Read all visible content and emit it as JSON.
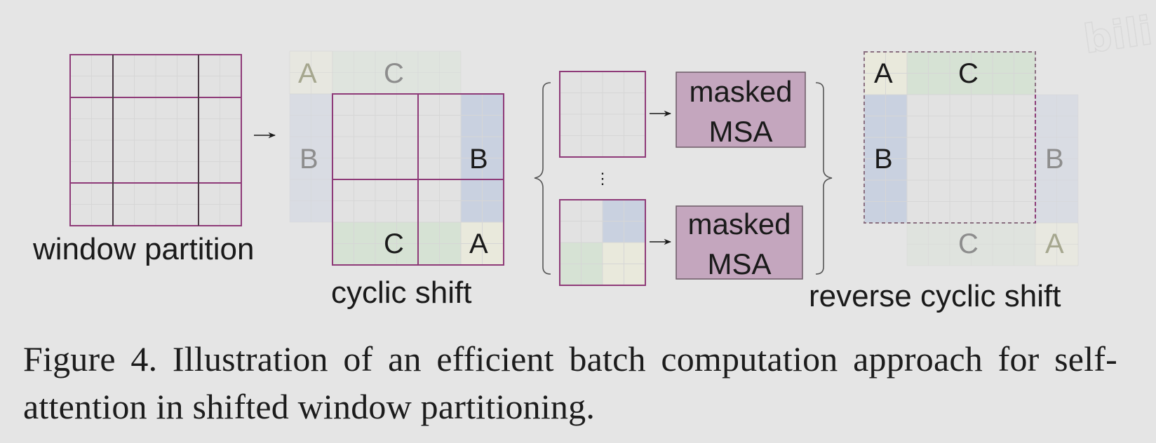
{
  "figure": {
    "panels": {
      "window_partition": {
        "label": "window partition"
      },
      "cyclic_shift": {
        "label": "cyclic shift",
        "ghost_labels": {
          "top_left": "A",
          "top_mid": "C",
          "left": "B"
        },
        "region_labels": {
          "right": "B",
          "bottom_mid": "C",
          "bottom_right": "A"
        }
      },
      "batch": {
        "box_top": {
          "line1": "masked",
          "line2": "MSA"
        },
        "box_bottom": {
          "line1": "masked",
          "line2": "MSA"
        },
        "ellipsis": "⋮",
        "arrow": "→"
      },
      "reverse_cyclic_shift": {
        "label": "reverse cyclic shift",
        "region_labels": {
          "top_left": "A",
          "top_mid": "C",
          "left": "B"
        },
        "ghost_labels": {
          "right": "B",
          "bottom_mid": "C",
          "bottom_right": "A"
        }
      }
    },
    "arrow": "→",
    "caption": "Figure 4. Illustration of an efficient batch computation approach for self-attention in shifted window partitioning.",
    "watermark": "bili",
    "colors": {
      "window_border": "#8e3a78",
      "window_inner": "#4a3a44",
      "grid_line": "#d6d6d6",
      "cell_fill": "#e2e2e2",
      "region_A": "#e9e9dc",
      "region_B": "#c9d1e0",
      "region_C": "#d6e2d4",
      "msa_fill": "#c4a6be",
      "msa_border": "#6c5a66"
    }
  }
}
